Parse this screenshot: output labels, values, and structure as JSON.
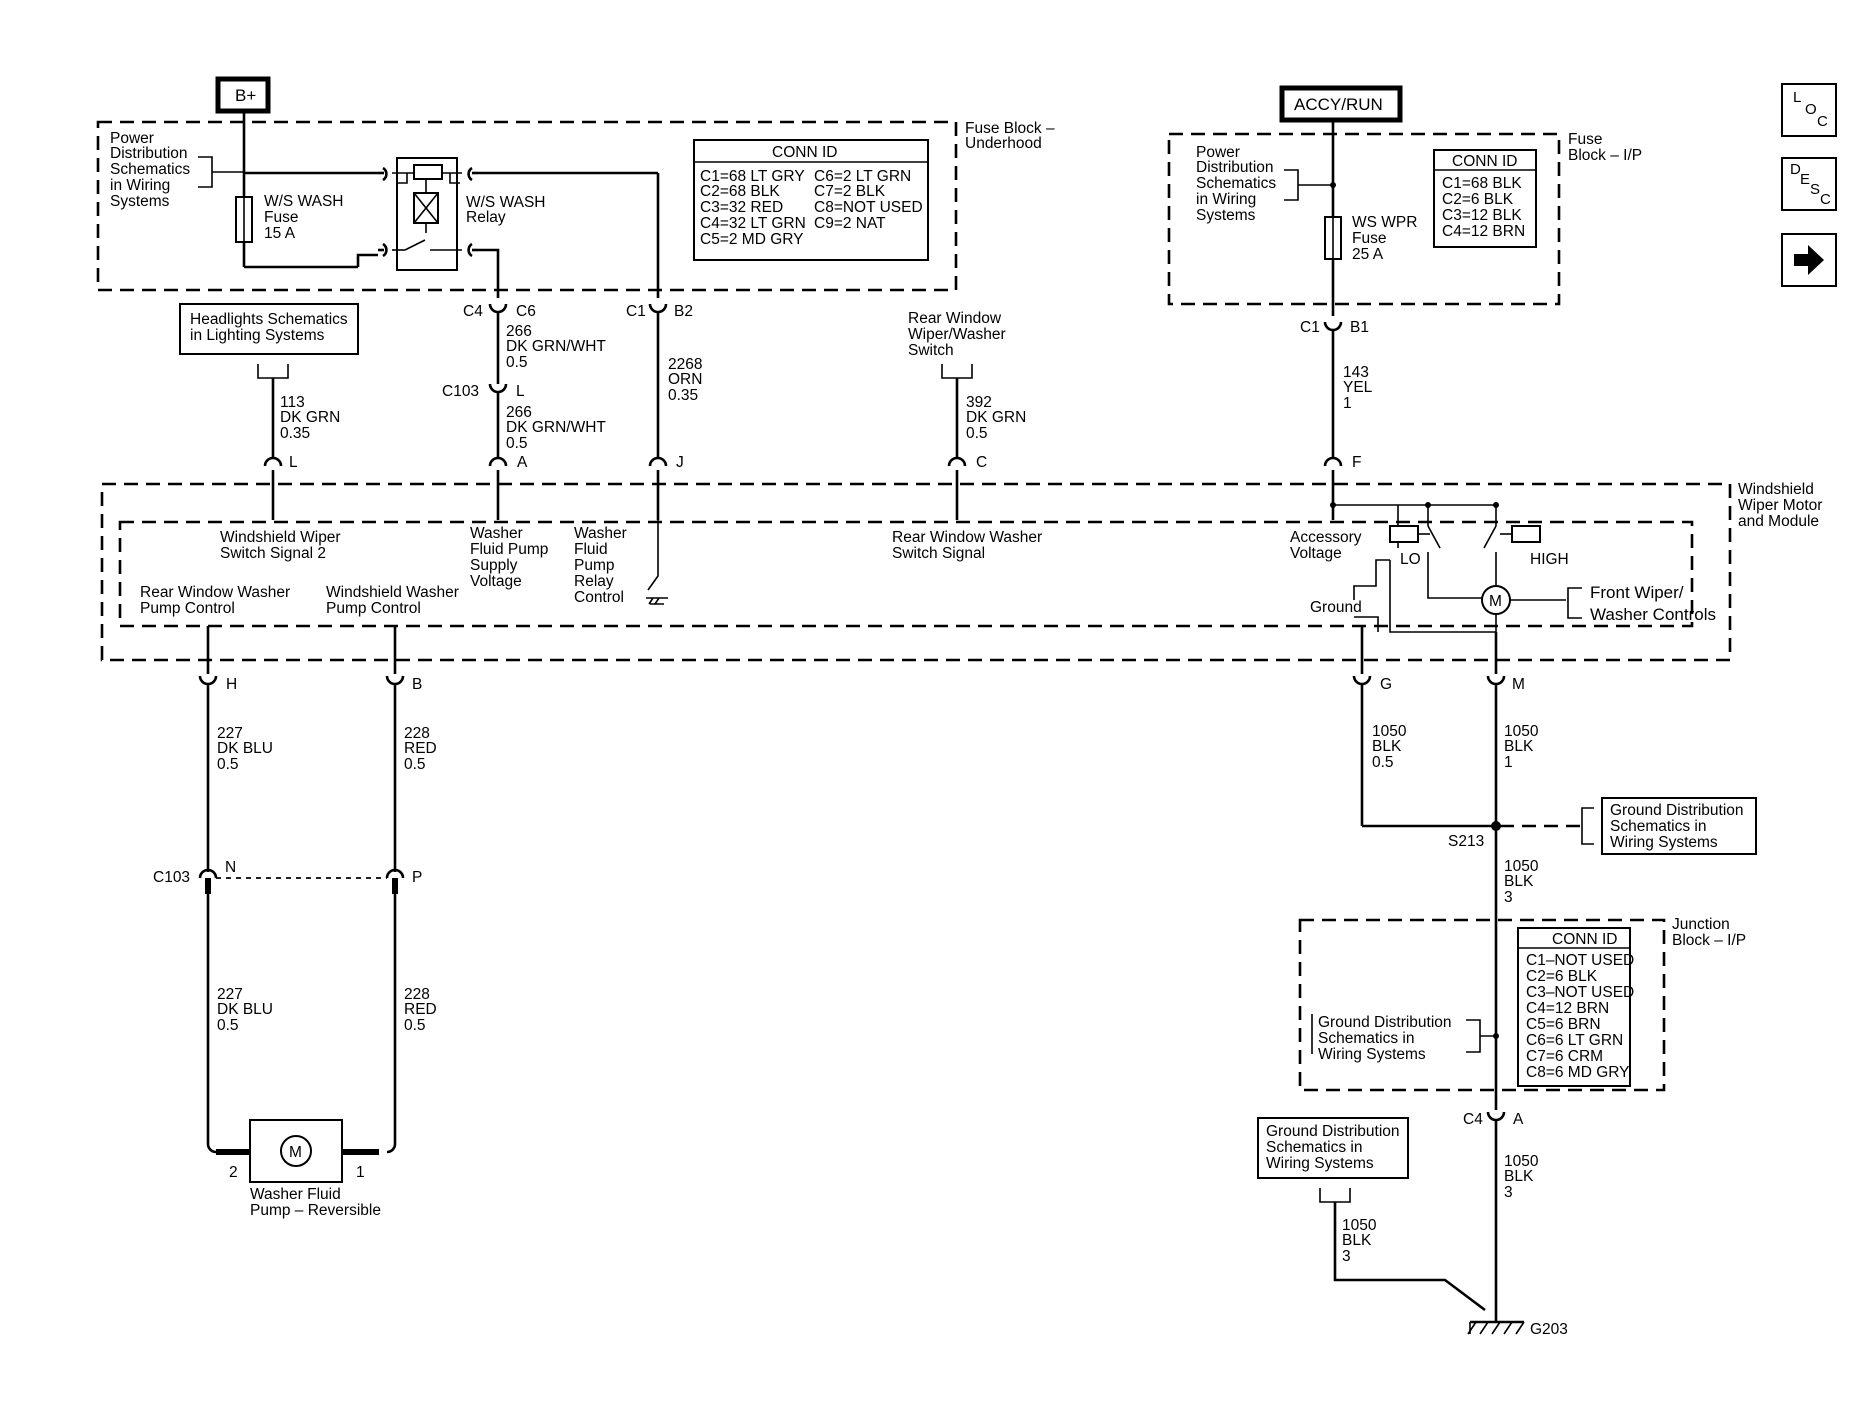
{
  "sources": {
    "bplus": "B+",
    "accy_run": "ACCY/RUN"
  },
  "nav": {
    "loc": [
      "L",
      "O",
      "C"
    ],
    "desc": [
      "D",
      "E",
      "S",
      "C"
    ]
  },
  "fuse_block_underhood": {
    "title": [
      "Fuse Block –",
      "Underhood"
    ],
    "power_ref": [
      "Power",
      "Distribution",
      "Schematics",
      "in Wiring",
      "Systems"
    ],
    "fuse": [
      "W/S WASH",
      "Fuse",
      "15 A"
    ],
    "relay": [
      "W/S WASH",
      "Relay"
    ],
    "conn_id_title": "CONN ID",
    "conn_id_left": [
      "C1=68 LT GRY",
      "C2=68 BLK",
      "C3=32 RED",
      "C4=32 LT GRN",
      "C5=2 MD GRY"
    ],
    "conn_id_right": [
      "C6=2 LT GRN",
      "C7=2 BLK",
      "C8=NOT USED",
      "C9=2 NAT"
    ]
  },
  "fuse_block_ip": {
    "title": [
      "Fuse",
      "Block – I/P"
    ],
    "power_ref": [
      "Power",
      "Distribution",
      "Schematics",
      "in Wiring",
      "Systems"
    ],
    "fuse": [
      "WS WPR",
      "Fuse",
      "25 A"
    ],
    "conn_id_title": "CONN ID",
    "conn_id": [
      "C1=68 BLK",
      "C2=6 BLK",
      "C3=12 BLK",
      "C4=12 BRN"
    ]
  },
  "connectors": {
    "c4": "C4",
    "c6": "C6",
    "c1": "C1",
    "b2": "B2",
    "c103": "C103",
    "l": "L",
    "b1": "B1",
    "pin_l": "L",
    "pin_a": "A",
    "pin_j": "J",
    "pin_c": "C",
    "pin_f": "F",
    "pin_h": "H",
    "pin_b": "B",
    "pin_g": "G",
    "pin_m": "M",
    "c103b": "C103",
    "pin_n": "N",
    "pin_p": "P",
    "c4b": "C4",
    "pin_a2": "A"
  },
  "wires": {
    "w266a": [
      "266",
      "DK GRN/WHT",
      "0.5"
    ],
    "w266b": [
      "266",
      "DK GRN/WHT",
      "0.5"
    ],
    "w2268": [
      "2268",
      "ORN",
      "0.35"
    ],
    "w113": [
      "113",
      "DK GRN",
      "0.35"
    ],
    "w392": [
      "392",
      "DK GRN",
      "0.5"
    ],
    "w143": [
      "143",
      "YEL",
      "1"
    ],
    "w227a": [
      "227",
      "DK BLU",
      "0.5"
    ],
    "w228a": [
      "228",
      "RED",
      "0.5"
    ],
    "w227b": [
      "227",
      "DK BLU",
      "0.5"
    ],
    "w228b": [
      "228",
      "RED",
      "0.5"
    ],
    "w1050g": [
      "1050",
      "BLK",
      "0.5"
    ],
    "w1050m": [
      "1050",
      "BLK",
      "1"
    ],
    "w1050s": [
      "1050",
      "BLK",
      "3"
    ],
    "w1050c4": [
      "1050",
      "BLK",
      "3"
    ],
    "w1050gnd": [
      "1050",
      "BLK",
      "3"
    ]
  },
  "refs": {
    "headlights": [
      "Headlights Schematics",
      "in Lighting Systems"
    ],
    "rear_switch": [
      "Rear Window",
      "Wiper/Washer",
      "Switch"
    ],
    "ground_dist_1": [
      "Ground Distribution",
      "Schematics in",
      "Wiring Systems"
    ],
    "ground_dist_2": [
      "Ground Distribution",
      "Schematics in",
      "Wiring Systems"
    ],
    "ground_dist_3": [
      "Ground Distribution",
      "Schematics in",
      "Wiring Systems"
    ]
  },
  "module": {
    "title": [
      "Windshield",
      "Wiper Motor",
      "and Module"
    ],
    "sig_wiper2": [
      "Windshield Wiper",
      "Switch Signal 2"
    ],
    "sig_pump_supply": [
      "Washer",
      "Fluid Pump",
      "Supply",
      "Voltage"
    ],
    "sig_pump_relay": [
      "Washer",
      "Fluid",
      "Pump",
      "Relay",
      "Control"
    ],
    "sig_rear_switch": [
      "Rear Window Washer",
      "Switch Signal"
    ],
    "sig_accessory": [
      "Accessory",
      "Voltage"
    ],
    "sig_rear_pump": [
      "Rear Window Washer",
      "Pump Control"
    ],
    "sig_ws_pump": [
      "Windshield Washer",
      "Pump Control"
    ],
    "sig_ground": "Ground",
    "lo": "LO",
    "high": "HIGH",
    "motor": "M",
    "front_controls": [
      "Front Wiper/",
      "Washer Controls"
    ]
  },
  "pump": {
    "motor": "M",
    "name": [
      "Washer Fluid",
      "Pump – Reversible"
    ],
    "pin2": "2",
    "pin1": "1"
  },
  "splice": "S213",
  "junction_block": {
    "title": [
      "Junction",
      "Block – I/P"
    ],
    "conn_id_title": "CONN ID",
    "conn_id": [
      "C1–NOT USED",
      "C2=6 BLK",
      "C3–NOT USED",
      "C4=12 BRN",
      "C5=6 BRN",
      "C6=6 LT GRN",
      "C7=6 CRM",
      "C8=6 MD GRY"
    ]
  },
  "ground": "G203"
}
